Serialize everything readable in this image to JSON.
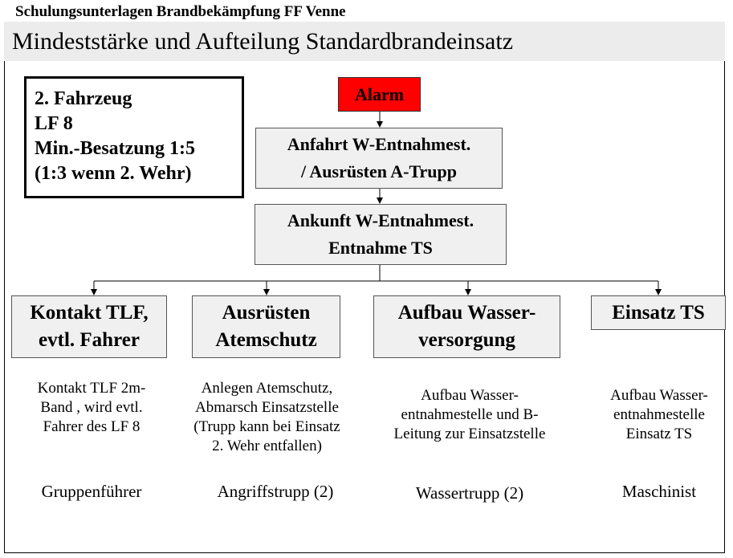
{
  "header": {
    "doc_title": "Schulungsunterlagen Brandbekämpfung FF Venne",
    "slide_title": "Mindeststärke und Aufteilung Standardbrandeinsatz"
  },
  "info_box": {
    "lines": [
      "2. Fahrzeug",
      "LF 8",
      "Min.-Besatzung 1:5",
      "(1:3 wenn 2. Wehr)"
    ]
  },
  "flow": {
    "alarm": "Alarm",
    "anfahrt": [
      "Anfahrt W-Entnahmest.",
      "/ Ausrüsten A-Trupp"
    ],
    "ankunft": [
      "Ankunft W-Entnahmest.",
      "Entnahme TS"
    ]
  },
  "branches": [
    {
      "label": [
        "Kontakt TLF,",
        "evtl. Fahrer"
      ],
      "description": [
        "Kontakt TLF 2m-",
        "Band , wird evtl.",
        "Fahrer des LF 8"
      ],
      "role": "Gruppenführer"
    },
    {
      "label": [
        "Ausrüsten",
        "Atemschutz"
      ],
      "description": [
        "Anlegen Atemschutz,",
        "Abmarsch Einsatzstelle",
        "(Trupp kann bei Einsatz",
        "2. Wehr entfallen)"
      ],
      "role": "Angriffstrupp (2)"
    },
    {
      "label": [
        "Aufbau Wasser-",
        "versorgung"
      ],
      "description": [
        "Aufbau Wasser-",
        "entnahmestelle und B-",
        "Leitung zur Einsatzstelle"
      ],
      "role": "Wassertrupp (2)"
    },
    {
      "label": [
        "Einsatz TS"
      ],
      "description": [
        "Aufbau Wasser-",
        "entnahmestelle",
        "Einsatz TS"
      ],
      "role": "Maschinist"
    }
  ],
  "colors": {
    "alarm_fill": "#ff0000",
    "node_fill": "#f0f0f0",
    "title_bar_fill": "#ececec"
  }
}
